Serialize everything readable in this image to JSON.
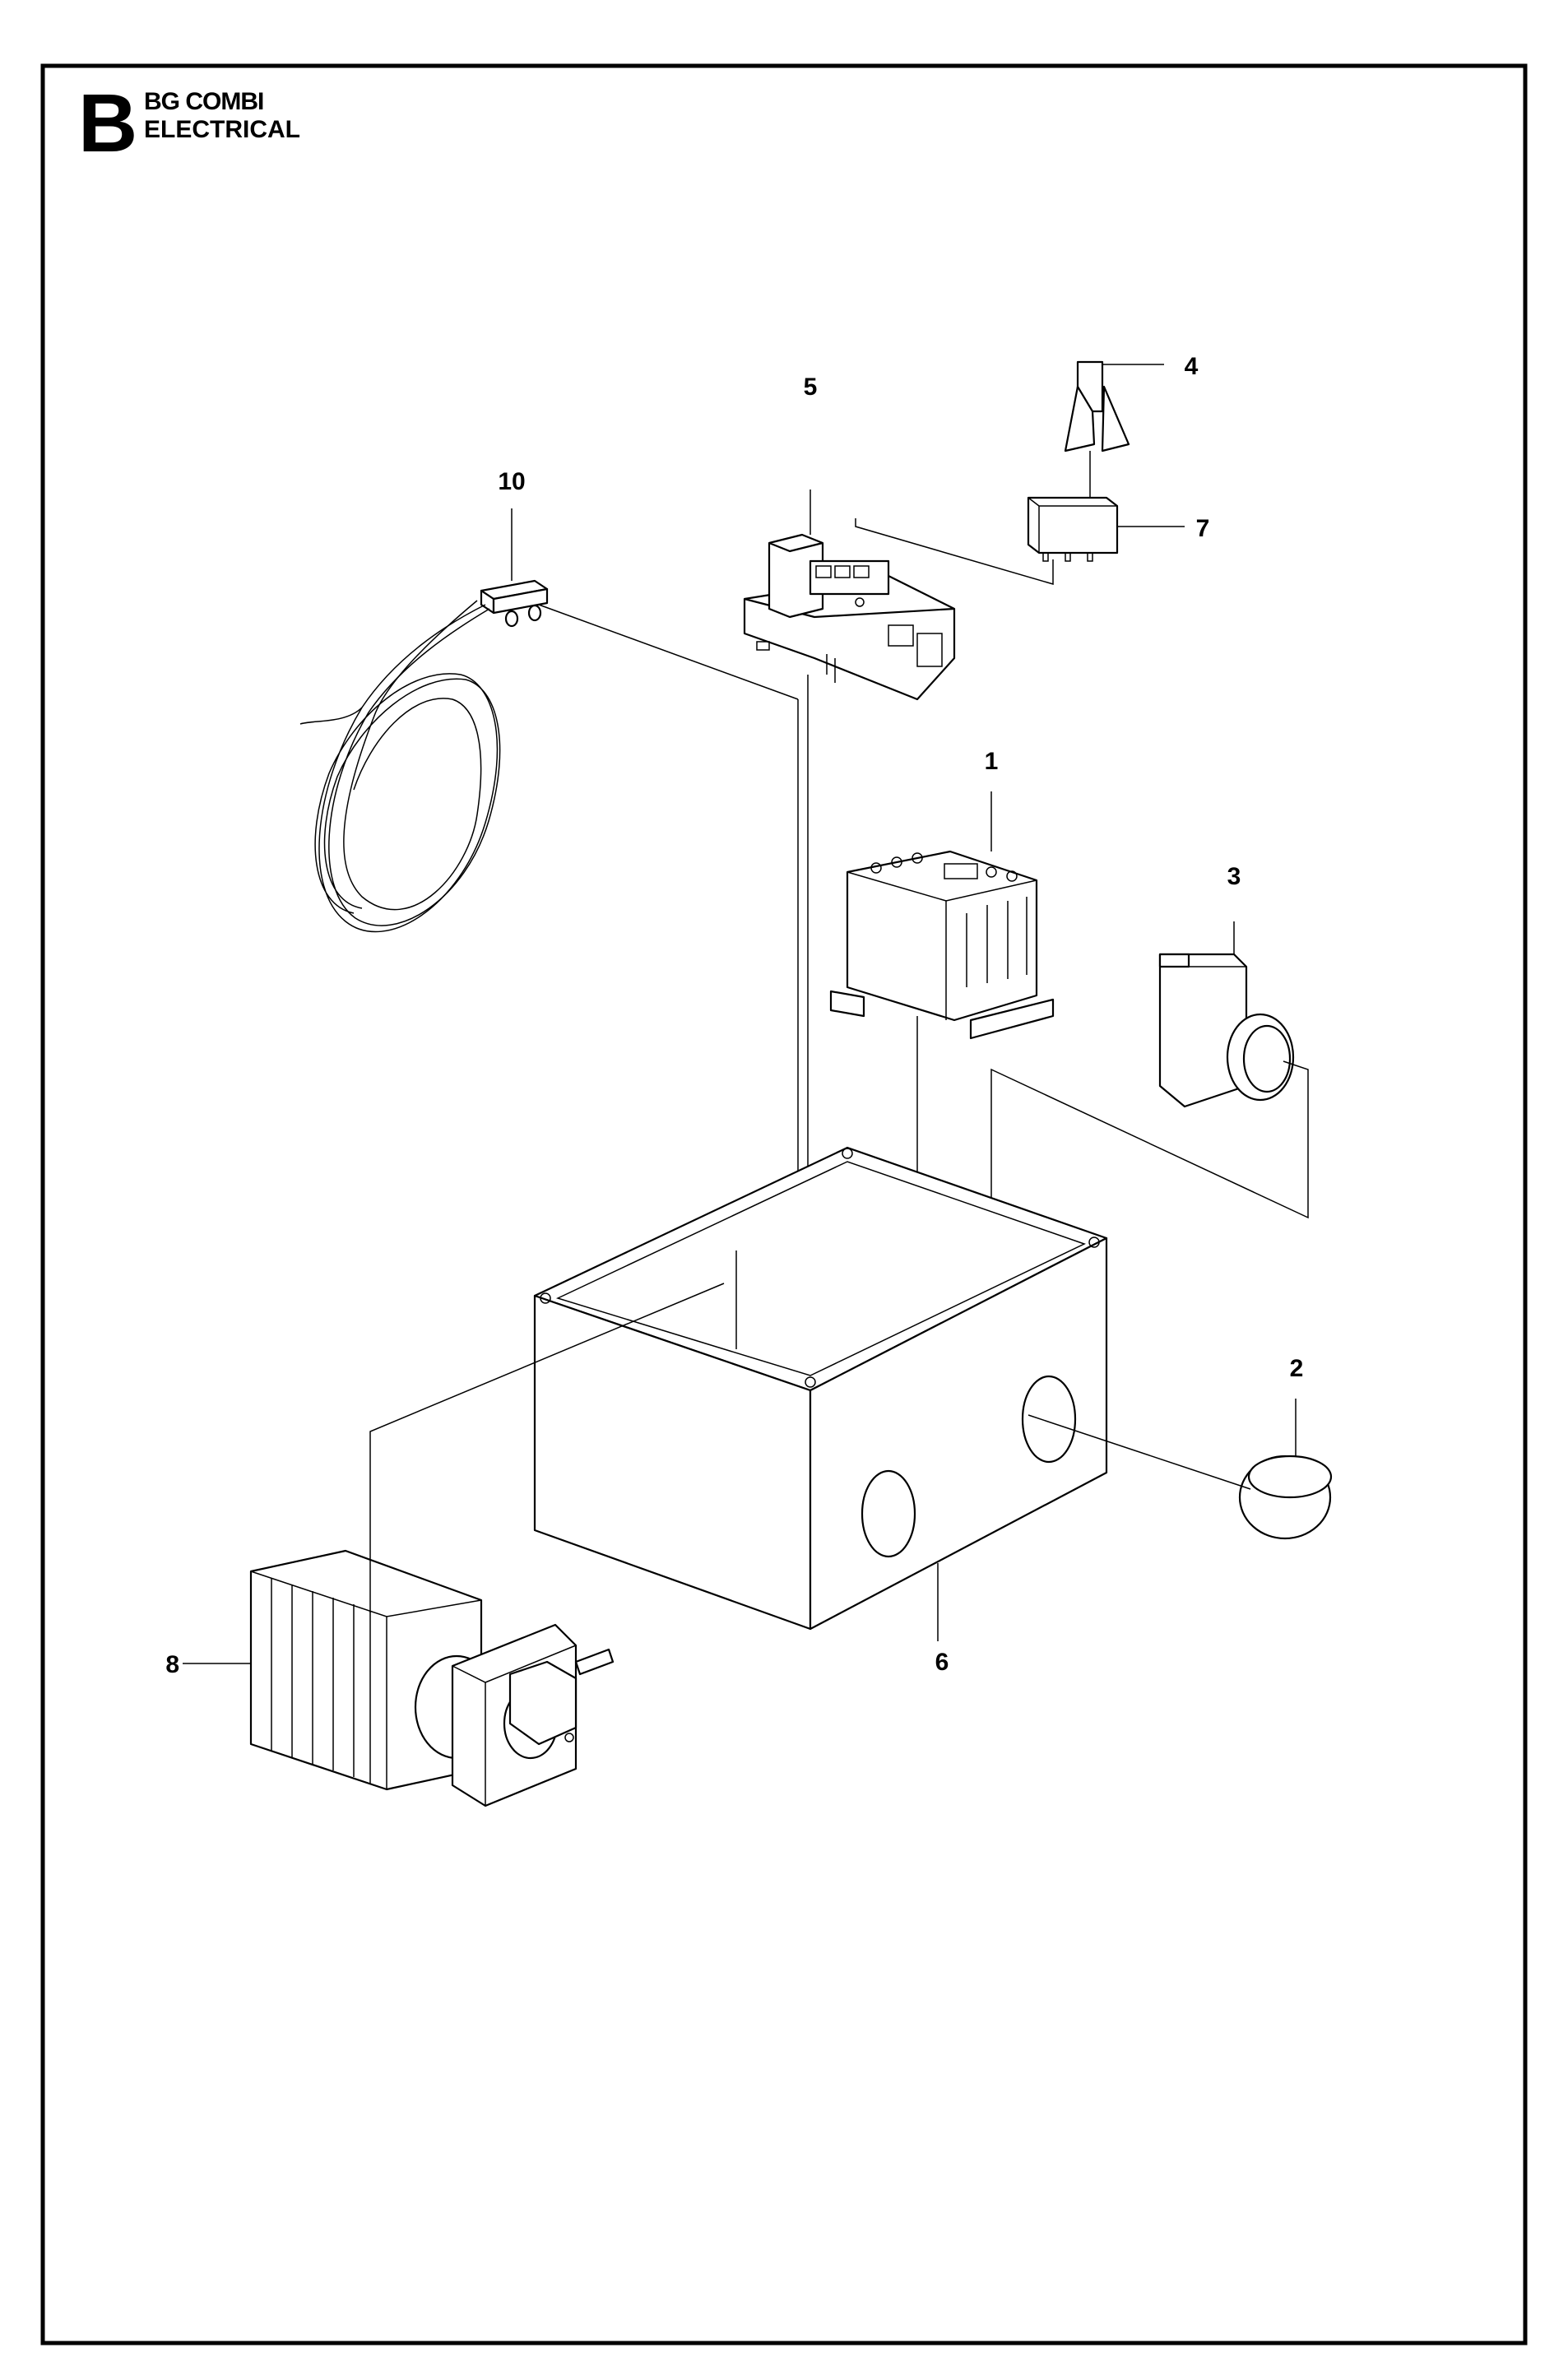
{
  "header": {
    "section_letter": "B",
    "title_line1": "BG COMBI",
    "title_line2": "ELECTRICAL"
  },
  "callouts": [
    {
      "id": "1"
    },
    {
      "id": "2"
    },
    {
      "id": "3"
    },
    {
      "id": "4"
    },
    {
      "id": "5"
    },
    {
      "id": "6"
    },
    {
      "id": "7"
    },
    {
      "id": "8"
    },
    {
      "id": "10"
    }
  ],
  "parts": [
    {
      "callout": "1",
      "icon": "contactor-icon"
    },
    {
      "callout": "2",
      "icon": "cap-plug-icon"
    },
    {
      "callout": "3",
      "icon": "push-button-icon"
    },
    {
      "callout": "4",
      "icon": "relay-clip-icon"
    },
    {
      "callout": "5",
      "icon": "relay-socket-icon"
    },
    {
      "callout": "6",
      "icon": "enclosure-box-icon"
    },
    {
      "callout": "7",
      "icon": "relay-icon"
    },
    {
      "callout": "8",
      "icon": "rotary-switch-icon"
    },
    {
      "callout": "10",
      "icon": "sensor-cable-icon"
    }
  ]
}
